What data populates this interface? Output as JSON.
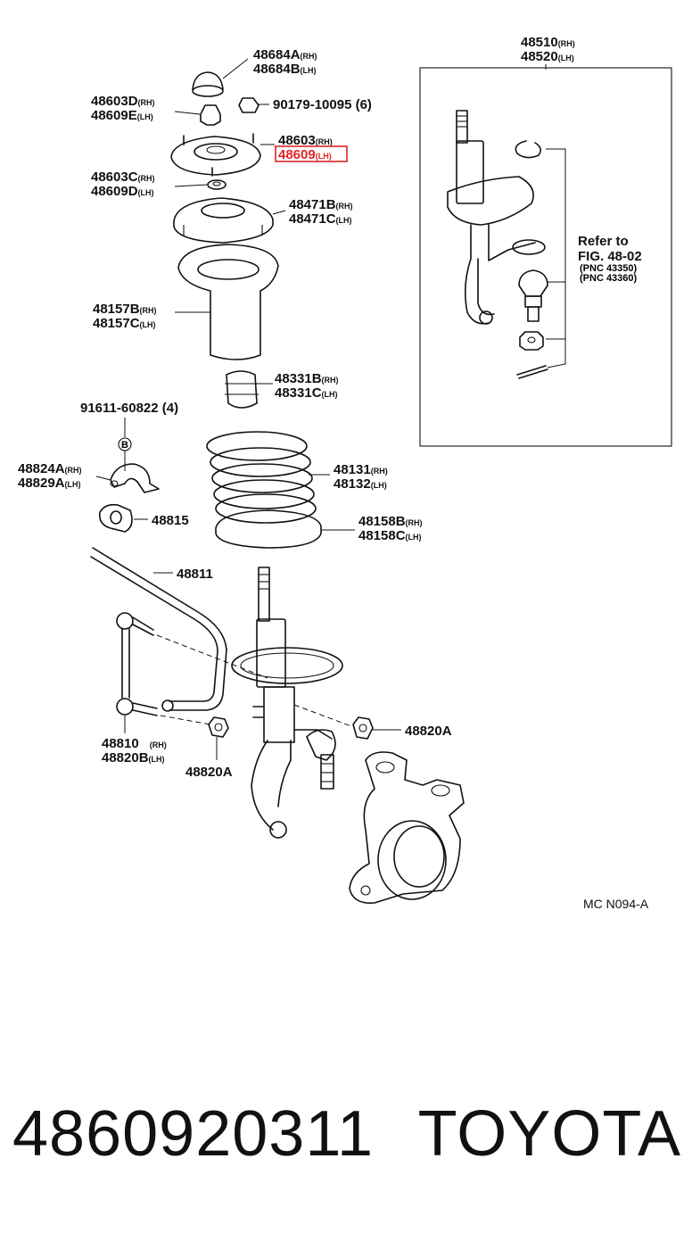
{
  "labels": {
    "l48684": {
      "top": "48684A",
      "top_side": "(RH)",
      "bottom": "48684B",
      "bottom_side": "(LH)"
    },
    "l48603d": {
      "top": "48603D",
      "top_side": "(RH)",
      "bottom": "48609E",
      "bottom_side": "(LH)"
    },
    "l90179": {
      "text": "90179-10095 (6)"
    },
    "l48603": {
      "top": "48603",
      "top_side": "(RH)",
      "bottom": "48609",
      "bottom_side": "(LH)"
    },
    "l48603c": {
      "top": "48603C",
      "top_side": "(RH)",
      "bottom": "48609D",
      "bottom_side": "(LH)"
    },
    "l48471": {
      "top": "48471B",
      "top_side": "(RH)",
      "bottom": "48471C",
      "bottom_side": "(LH)"
    },
    "l48157": {
      "top": "48157B",
      "top_side": "(RH)",
      "bottom": "48157C",
      "bottom_side": "(LH)"
    },
    "l48331": {
      "top": "48331B",
      "top_side": "(RH)",
      "bottom": "48331C",
      "bottom_side": "(LH)"
    },
    "l91611": {
      "text": "91611-60822 (4)"
    },
    "badge": {
      "text": "B"
    },
    "l48824": {
      "top": "48824A",
      "top_side": "(RH)",
      "bottom": "48829A",
      "bottom_side": "(LH)"
    },
    "l48131": {
      "top": "48131",
      "top_side": "(RH)",
      "bottom": "48132",
      "bottom_side": "(LH)"
    },
    "l48815": {
      "text": "48815"
    },
    "l48158": {
      "top": "48158B",
      "top_side": "(RH)",
      "bottom": "48158C",
      "bottom_side": "(LH)"
    },
    "l48811": {
      "text": "48811"
    },
    "l48820a_right": {
      "text": "48820A"
    },
    "l48810": {
      "top": "48810",
      "top_side": "(RH)",
      "bottom": "48820B",
      "bottom_side": "(LH)"
    },
    "l48820a_bottom": {
      "text": "48820A"
    },
    "l48510": {
      "top": "48510",
      "top_side": "(RH)",
      "bottom": "48520",
      "bottom_side": "(LH)"
    },
    "refer": {
      "line1": "Refer to",
      "line2": "FIG. 48-02",
      "line3": "(PNC 43350)",
      "line4": "(PNC 43360)"
    },
    "code": {
      "text": "MC N094-A"
    }
  },
  "highlight_color": "#e02424",
  "footer": {
    "part_number": "4860920311",
    "brand": "TOYOTA"
  }
}
